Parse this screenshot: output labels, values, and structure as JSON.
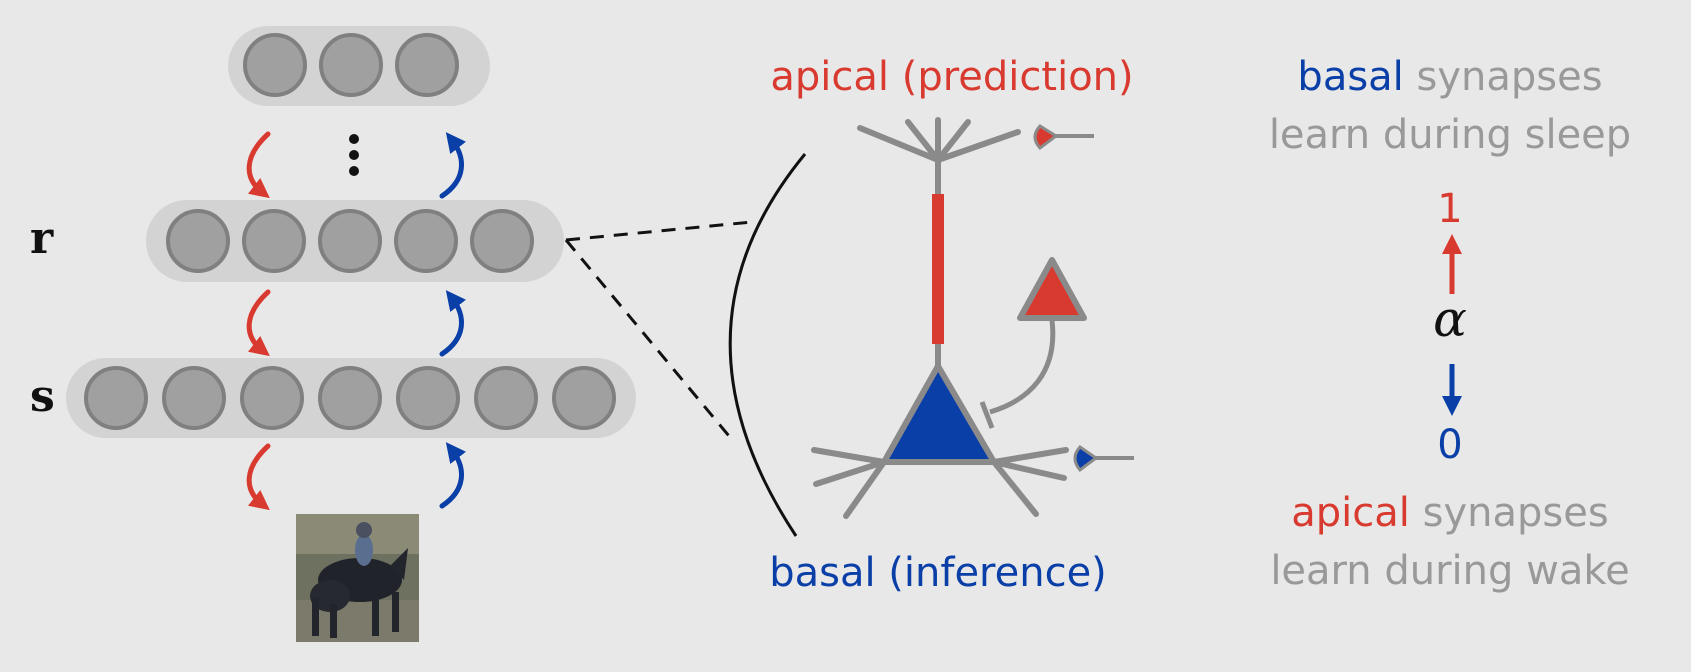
{
  "colors": {
    "red": "#d93a30",
    "blue": "#0a3fa8",
    "gray_text": "#999999",
    "unit_fill": "#a0a0a0",
    "unit_stroke": "#808080",
    "layer_bg": "#d3d3d3",
    "neuron_stroke": "#8a8a8a"
  },
  "network": {
    "layer_r_label": "r",
    "layer_s_label": "s",
    "ellipsis_icon": "vertical-ellipsis-icon",
    "input_image_icon": "horse-rider-image-icon"
  },
  "neuron": {
    "apical_label": "apical (prediction)",
    "basal_label": "basal (inference)"
  },
  "learning": {
    "top_word": "basal",
    "top_rest": " synapses",
    "top_line2": "learn during sleep",
    "value_high": "1",
    "alpha_symbol": "α",
    "value_low": "0",
    "bottom_word": "apical",
    "bottom_rest": " synapses",
    "bottom_line2": "learn during wake"
  }
}
